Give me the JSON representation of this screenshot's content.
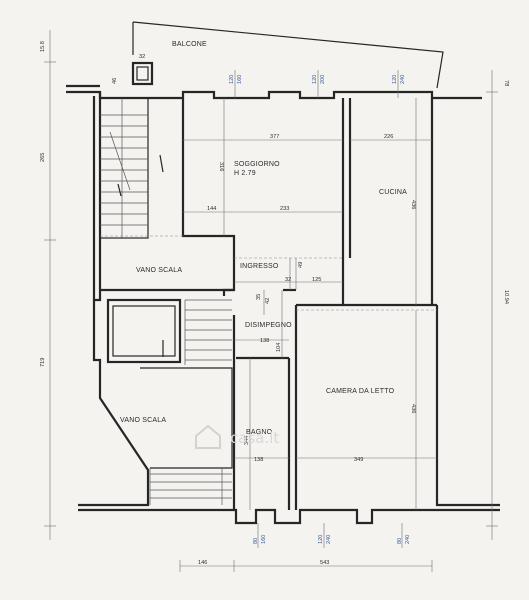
{
  "rooms": {
    "balcone": "BALCONE",
    "soggiorno": "SOGGIORNO",
    "soggiorno_h": "H 2.79",
    "cucina": "CUCINA",
    "ingresso": "INGRESSO",
    "disimpegno": "DISIMPEGNO",
    "vano_scala_1": "VANO SCALA",
    "vano_scala_2": "VANO SCALA",
    "camera": "CAMERA DA LETTO",
    "bagno": "BAGNO"
  },
  "dims": {
    "balcone_depth": "15.8",
    "col_w": "32",
    "col_h": "46",
    "left_top": "265",
    "left_bottom": "719",
    "right_top": "78",
    "right_total": "10.94",
    "sogg_w": "377",
    "sogg_h": "316",
    "sogg_a": "144",
    "sogg_b": "233",
    "cuc_w": "226",
    "cuc_h": "436",
    "ing_a": "35",
    "ing_b": "42",
    "ing_c": "32",
    "ing_d": "125",
    "ing_e": "49",
    "dis_w": "138",
    "dis_h": "104",
    "bag_w": "138",
    "bag_h": "344",
    "cam_w": "349",
    "cam_h": "436",
    "bottom_a": "146",
    "bottom_b": "543"
  },
  "windows": {
    "top_1": "120",
    "top_1b": "160",
    "top_2": "120",
    "top_2b": "200",
    "top_3": "120",
    "top_3b": "240",
    "bot_1": "80",
    "bot_1b": "160",
    "bot_2": "120",
    "bot_2b": "240",
    "bot_3": "80",
    "bot_3b": "240"
  },
  "watermark": "casa.it"
}
